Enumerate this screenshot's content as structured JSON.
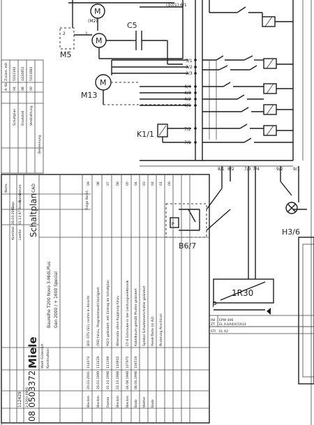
{
  "components": {
    "motor_top": "M",
    "motor_top_sub": "(M2)",
    "motor_m5": "M5",
    "capacitor": "C5",
    "motor_mid": "M",
    "motor_m13": "M13",
    "relay_k1": "K1/1",
    "sensor_p": "P",
    "sensor_b": "B6/7",
    "lamp": "H3/6",
    "heater": "1R30",
    "top_label": "(10/1) 6/1"
  },
  "terminals": {
    "t1": "1",
    "t2": "2",
    "r3_1": "3/1",
    "r3_2": "3/2",
    "r3_3": "3/3",
    "r4_1": "4/1",
    "r4_2": "4/2",
    "r4_3": "4/3",
    "r4_4": "4/4",
    "r7_1": "7/1",
    "r7_2": "7/2",
    "b8_1": "8/1",
    "b8_2": "8/2",
    "b7_3": "7/3",
    "b7_4": "7/4",
    "b9_2": "9/2",
    "b9_1": "9/1"
  },
  "title_block": {
    "drawing_title": "Schaltplan",
    "series": "Baureihe T200 Novo 3-Midi,Plus",
    "model": "Gen 2000 / + 1600 Special",
    "company": "Miele",
    "company_sub1": "Werk Gütersloh",
    "company_sub2": "Konstruktion",
    "doc_number": "0503372",
    "doc_small": "112429",
    "sheet_no": "08",
    "ref_code": "2.5203 6956",
    "cad": "CAD",
    "bearb_label": "Bearb.",
    "bearb_date": "01.12.97",
    "bearb_name": "Loerbs",
    "gepr_label": "Gepr.",
    "gepr_date": "28.03.2001",
    "gepr_name": "Kornfeld",
    "norm": "Norm.",
    "datum_label": "Datum",
    "name_label": "Name",
    "folge_label": "Folge Konst."
  },
  "revisions": {
    "indices": [
      "09",
      "08",
      "07",
      "06",
      "05",
      "04",
      "03",
      "02",
      "01",
      "00"
    ],
    "texts": [
      "BID. DTS (S1), rechts in Ansicht",
      "(M2) hinzu, Programmwahl korrigiert",
      "M2/3 geändert, mit Eintrag im Schaltplan",
      "Alternativ ohne Kupplung hinzu",
      "E5-6 Schraube in der Leistungselektronik",
      "Kabelbaum gemäß Muster geändert",
      "Symbol Schwimmerschalter geändert",
      "Reset-Taste (in A2)",
      "Änderung Anschluss"
    ],
    "numbers": [
      "114074",
      "112429",
      "111399",
      "110912",
      "107975",
      "104519"
    ],
    "dates": [
      "20.03.2001",
      "29.03.1999",
      "01.10.1998",
      "22.10.1998",
      "04.08.1998",
      "08.06.1998"
    ],
    "names": [
      "Bleckm",
      "Bleckm",
      "Damm",
      "Bleckm",
      "Bleckm",
      "Bado",
      "Wetter",
      "Bado"
    ]
  },
  "side_table": {
    "codes": [
      "5013192",
      "4424852",
      "5011882"
    ],
    "codes2": [
      "04",
      "08",
      "00"
    ],
    "labels": [
      "Schaltplan",
      "Ersatzteil",
      "Verdrahtung"
    ],
    "header": "Zusam. mit",
    "header2": "A.-Nr.",
    "header3": "Benennung"
  },
  "lower_table": {
    "rows": [
      "INI",
      "ZT",
      "STI"
    ],
    "texts": [
      "EPW 400",
      "EL A3/A4/A7/A14",
      "EL A2"
    ]
  },
  "chart_colors": {
    "ink": "#1c1c1c",
    "paper": "#ffffff"
  }
}
